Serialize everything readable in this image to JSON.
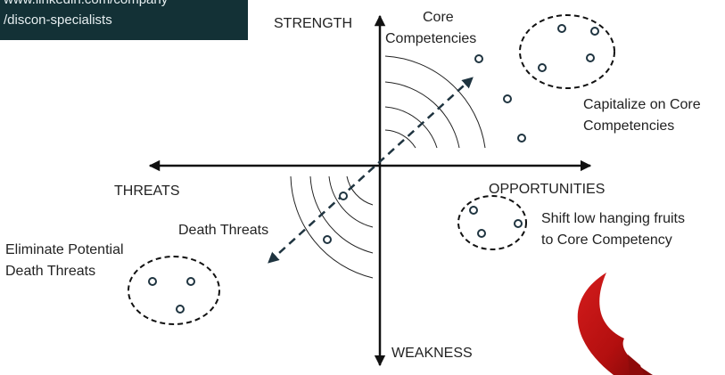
{
  "banner": {
    "line1": "www.linkedin.com/company",
    "line2": "/discon-specialists"
  },
  "axes": {
    "top": "STRENGTH",
    "bottom": "WEAKNESS",
    "left": "THREATS",
    "right": "OPPORTUNITIES"
  },
  "labels": {
    "core_line1": "Core",
    "core_line2": "Competencies",
    "capitalize_line1": "Capitalize on Core",
    "capitalize_line2": "Competencies",
    "shift_line1": "Shift low hanging fruits",
    "shift_line2": "to Core Competency",
    "death_threats": "Death Threats",
    "eliminate_line1": "Eliminate Potential",
    "eliminate_line2": "Death Threats"
  },
  "colors": {
    "banner_bg": "#133136",
    "axis": "#111111",
    "arrow_red": "#b30f0f"
  }
}
